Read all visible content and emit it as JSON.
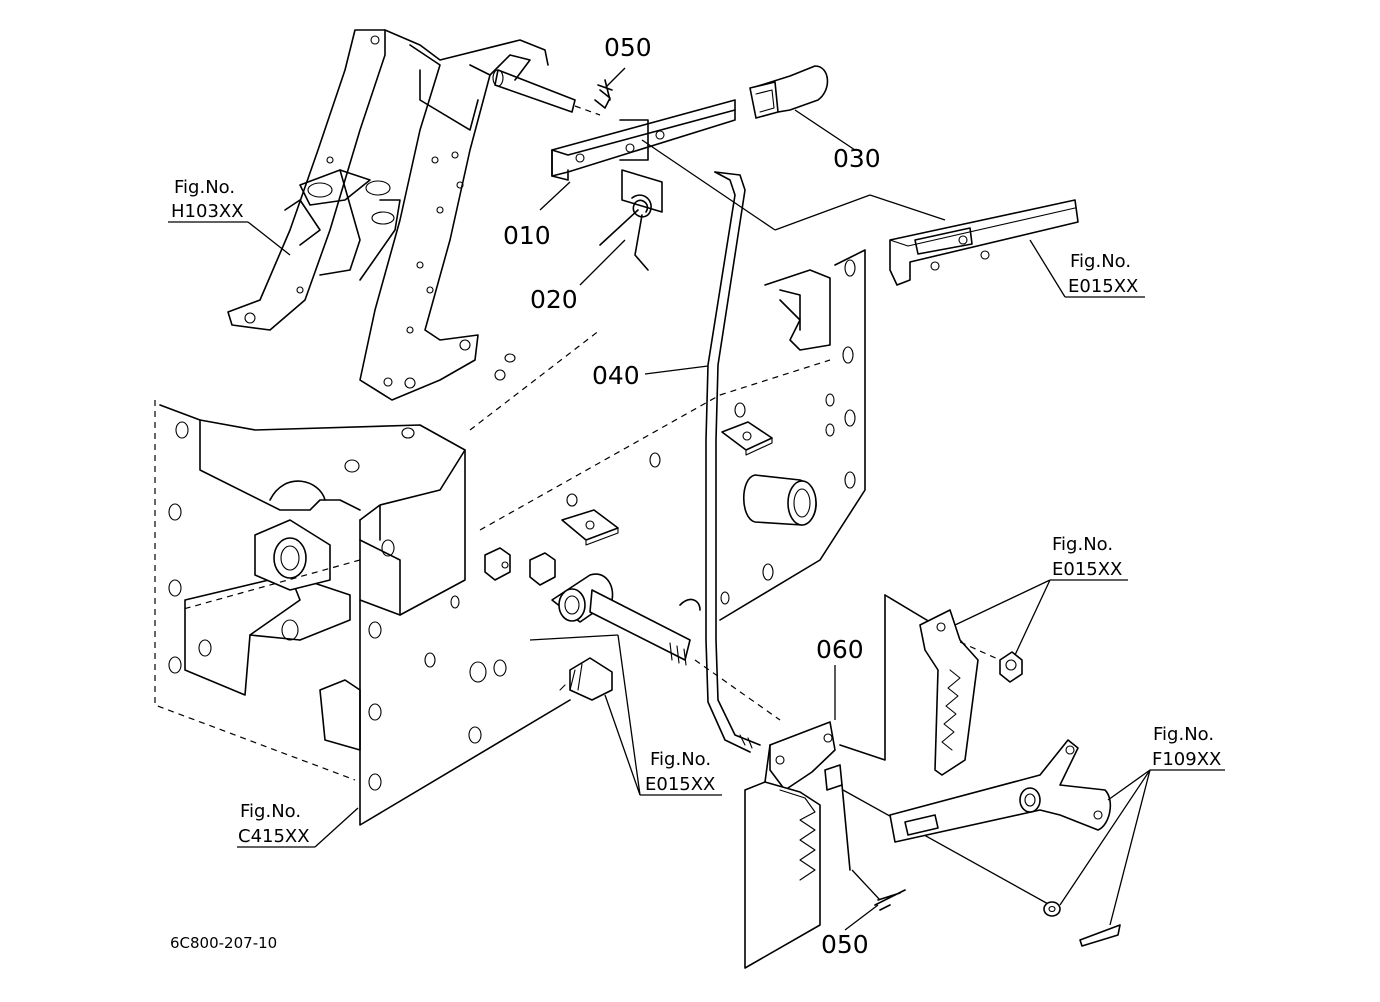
{
  "parts": [
    {
      "id": "p010",
      "number": "010"
    },
    {
      "id": "p020",
      "number": "020"
    },
    {
      "id": "p030",
      "number": "030"
    },
    {
      "id": "p040",
      "number": "040"
    },
    {
      "id": "p050a",
      "number": "050"
    },
    {
      "id": "p050b",
      "number": "050"
    },
    {
      "id": "p060",
      "number": "060"
    }
  ],
  "figure_refs": [
    {
      "id": "ref-h103",
      "label": "Fig.No.",
      "code": "H103XX"
    },
    {
      "id": "ref-e015-top",
      "label": "Fig.No.",
      "code": "E015XX"
    },
    {
      "id": "ref-e015-mid",
      "label": "Fig.No.",
      "code": "E015XX"
    },
    {
      "id": "ref-e015-bot",
      "label": "Fig.No.",
      "code": "E015XX"
    },
    {
      "id": "ref-f109",
      "label": "Fig.No.",
      "code": "F109XX"
    },
    {
      "id": "ref-c415",
      "label": "Fig.No.",
      "code": "C415XX"
    }
  ],
  "drawing_code": "6C800-207-10"
}
